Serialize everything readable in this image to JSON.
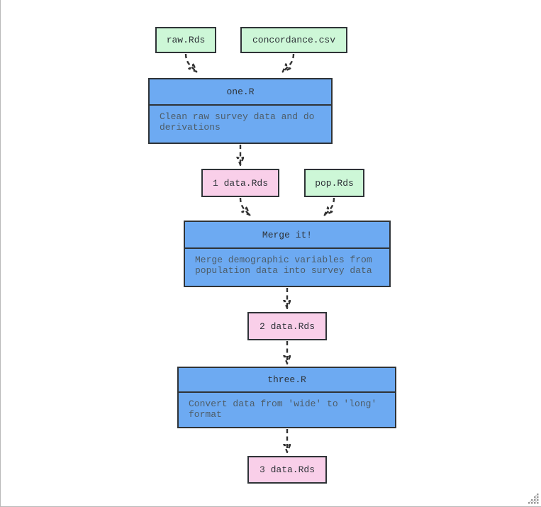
{
  "window": {
    "background": "#ffffff",
    "frame_border_color": "#b9b9b9",
    "has_resize_grip": true
  },
  "diagram": {
    "type": "flowchart",
    "direction": "top-down",
    "colors": {
      "input_file_fill": "#cdf7d7",
      "derived_file_fill": "#f9cfe9",
      "process_fill": "#6daaf2",
      "node_border": "#2f3337",
      "title_text": "#2e3338",
      "description_text": "#4e5d68",
      "arrow": "#333333"
    },
    "nodes": {
      "raw": {
        "label": "raw.Rds",
        "kind": "input-file"
      },
      "concordance": {
        "label": "concordance.csv",
        "kind": "input-file"
      },
      "one": {
        "title": "one.R",
        "desc": "Clean raw survey data and do derivations",
        "kind": "process"
      },
      "data1": {
        "label": "1 data.Rds",
        "kind": "derived-file"
      },
      "pop": {
        "label": "pop.Rds",
        "kind": "input-file"
      },
      "merge": {
        "title": "Merge it!",
        "desc": "Merge demographic variables from population data into survey data",
        "kind": "process"
      },
      "data2": {
        "label": "2 data.Rds",
        "kind": "derived-file"
      },
      "three": {
        "title": "three.R",
        "desc": "Convert data from 'wide' to 'long' format",
        "kind": "process"
      },
      "data3": {
        "label": "3 data.Rds",
        "kind": "derived-file"
      }
    },
    "edges": [
      {
        "from": "raw.Rds",
        "to": "one.R",
        "style": "dashed"
      },
      {
        "from": "concordance.csv",
        "to": "one.R",
        "style": "dashed"
      },
      {
        "from": "one.R",
        "to": "1 data.Rds",
        "style": "dashed"
      },
      {
        "from": "1 data.Rds",
        "to": "Merge it!",
        "style": "dashed"
      },
      {
        "from": "pop.Rds",
        "to": "Merge it!",
        "style": "dashed"
      },
      {
        "from": "Merge it!",
        "to": "2 data.Rds",
        "style": "dashed"
      },
      {
        "from": "2 data.Rds",
        "to": "three.R",
        "style": "dashed"
      },
      {
        "from": "three.R",
        "to": "3 data.Rds",
        "style": "dashed"
      }
    ]
  }
}
